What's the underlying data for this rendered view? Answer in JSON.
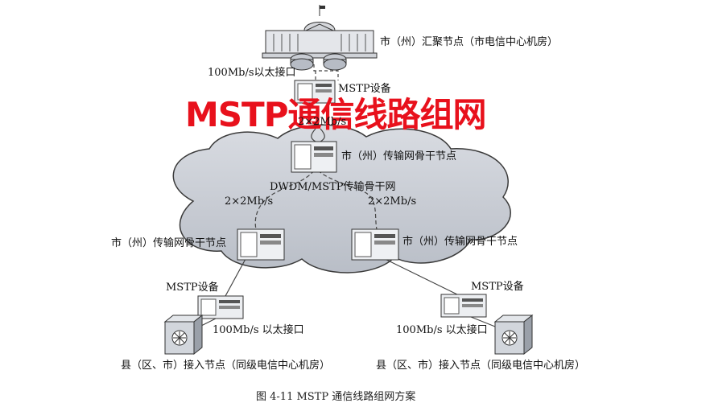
{
  "title": "MSTP通信线路组网",
  "colors": {
    "title": "#e8111c",
    "cloud": "#c9cdd5",
    "cloud_edge": "#3a3a3a",
    "line": "#444444"
  },
  "labels": {
    "city_hub": "市（州）汇聚节点（市电信中心机房）",
    "eth_top": "100Mb/s以太接口",
    "mstp_top": "MSTP设备",
    "split_top": "2×2Mb/s",
    "backbone_top": "市（州）传输网骨干节点",
    "dwdm": "DWDM/MSTP传输骨干网",
    "rate_left": "2×2Mb/s",
    "rate_right": "2×2Mb/s",
    "backbone_left": "市（州）传输网骨干节点",
    "backbone_right": "市（州）传输网骨干节点",
    "mstp_left": "MSTP设备",
    "mstp_right": "MSTP设备",
    "eth_left": "100Mb/s 以太接口",
    "eth_right": "100Mb/s 以太接口",
    "county_left": "县（区、市）接入节点（同级电信中心机房）",
    "county_right": "县（区、市）接入节点（同级电信中心机房）"
  },
  "caption": "图 4-11    MSTP 通信线路组网方案",
  "icons": [
    "government-building-icon",
    "router-icon",
    "mstp-device-icon",
    "transmission-node-icon",
    "access-switch-icon",
    "cloud-network-icon"
  ]
}
